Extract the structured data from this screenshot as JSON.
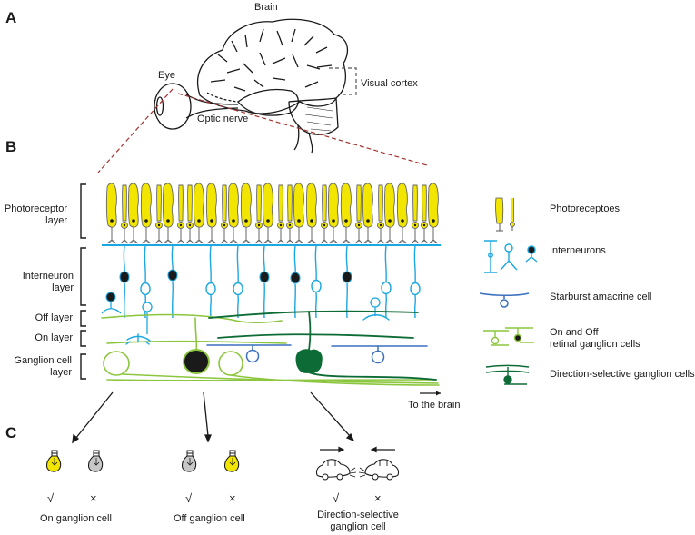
{
  "panels": {
    "a": {
      "letter": "A",
      "labels": {
        "brain": "Brain",
        "eye": "Eye",
        "optic_nerve": "Optic nerve",
        "visual_cortex": "Visual cortex"
      }
    },
    "b": {
      "letter": "B",
      "layers": [
        {
          "id": "photoreceptor",
          "label": "Photoreceptor\nlayer"
        },
        {
          "id": "interneuron",
          "label": "Interneuron layer"
        },
        {
          "id": "off",
          "label": "Off layer"
        },
        {
          "id": "on",
          "label": "On layer"
        },
        {
          "id": "ganglion",
          "label": "Ganglion cell\nlayer"
        }
      ],
      "to_brain": "To the brain",
      "legend": [
        {
          "id": "photoreceptors",
          "label": "Photoreceptoes"
        },
        {
          "id": "interneurons",
          "label": "Interneurons"
        },
        {
          "id": "starburst",
          "label": "Starburst amacrine cell"
        },
        {
          "id": "on-off-rgc",
          "label": "On and Off\nretinal ganglion cells"
        },
        {
          "id": "ds-gc",
          "label": "Direction-selective ganglion cells"
        }
      ]
    },
    "c": {
      "letter": "C",
      "groups": [
        {
          "id": "on",
          "label": "On ganglion cell",
          "check": "√",
          "cross": "×",
          "stimuli": [
            "light-on",
            "light-off"
          ]
        },
        {
          "id": "off",
          "label": "Off ganglion cell",
          "check": "√",
          "cross": "×",
          "stimuli": [
            "light-off",
            "light-on"
          ]
        },
        {
          "id": "ds",
          "label": "Direction-selective\nganglion cell",
          "check": "√",
          "cross": "×",
          "stimuli": [
            "car-right",
            "car-left"
          ]
        }
      ]
    }
  },
  "colors": {
    "photoreceptor_fill": "#f2e600",
    "interneuron": "#1ba7e0",
    "starburst": "#3b6fbf",
    "rgc_light_green": "#8cc63f",
    "ds_dark_green": "#0d6b35",
    "dashed_red": "#a3312f"
  }
}
